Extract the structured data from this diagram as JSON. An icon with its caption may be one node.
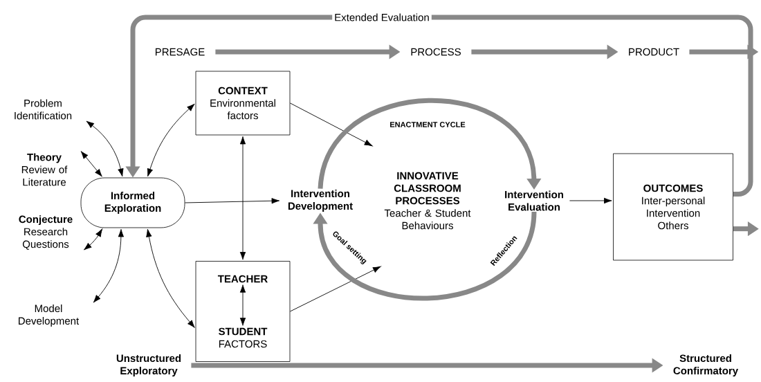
{
  "diagram": {
    "nodes": [
      {
        "text": [
          "Problem Identification"
        ]
      },
      {
        "text": [
          "Theory",
          "Review of Literature"
        ]
      },
      {
        "text": [
          "Conjecture",
          "Research Questions"
        ]
      },
      {
        "text": [
          "Model Development"
        ]
      },
      {
        "text": [
          "Informed Exploration"
        ]
      },
      {
        "text": [
          "CONTEXT",
          "Environmental factors"
        ]
      },
      {
        "text": [],
        "shape": "box"
      },
      {
        "text": [
          "TEACHER"
        ],
        "in": 6
      },
      {
        "text": [
          "STUDENT",
          "FACTORS"
        ],
        "in": 6
      },
      {
        "text": [
          "Intervention Development"
        ]
      },
      {
        "text": [
          "INNOVATIVE CLASSROOM PROCESSES",
          "Teacher & Student Behaviours"
        ]
      },
      {
        "text": [
          "Intervention Evaluation"
        ]
      },
      {
        "text": [
          "OUTCOMES",
          "Inter-personal",
          "Intervention",
          "Others"
        ]
      },
      {
        "text": [
          "PRESAGE"
        ]
      },
      {
        "text": [
          "PROCESS"
        ]
      },
      {
        "text": [
          "PRODUCT"
        ]
      },
      {
        "text": [
          "Unstructured Exploratory"
        ]
      },
      {
        "text": [
          "Structured Confirmatory"
        ]
      }
    ],
    "edges": [
      {
        "from": 0,
        "to": 4,
        "arrow": "both"
      },
      {
        "from": 1,
        "to": 4,
        "arrow": "both"
      },
      {
        "from": 2,
        "to": 4,
        "arrow": "both"
      },
      {
        "from": 3,
        "to": 4,
        "arrow": "both"
      },
      {
        "from": 4,
        "to": 5,
        "arrow": "both"
      },
      {
        "from": 4,
        "to": 6,
        "arrow": "both"
      },
      {
        "from": 5,
        "to": 6,
        "arrow": "both"
      },
      {
        "from": 7,
        "to": 8,
        "arrow": "both"
      },
      {
        "from": 4,
        "to": 9,
        "arrow": "to"
      },
      {
        "from": 5,
        "to": 10,
        "arrow": "to"
      },
      {
        "from": 6,
        "to": 10,
        "arrow": "to"
      },
      {
        "from": 9,
        "to": 11,
        "arrow": "to",
        "label": "ENACTMENT CYCLE",
        "style": "thick",
        "color": "#888888"
      },
      {
        "from": 11,
        "to": 9,
        "arrow": "to",
        "style": "thick",
        "color": "#888888"
      },
      {
        "from": 11,
        "to": 12,
        "arrow": "to"
      },
      {
        "from": 12,
        "to": 4,
        "arrow": "to",
        "label": "Extended Evaluation",
        "style": "thick",
        "color": "#888888"
      },
      {
        "from": 12,
        "to": null,
        "arrow": "to",
        "style": "thick",
        "color": "#888888"
      },
      {
        "from": 13,
        "to": 14,
        "arrow": "to",
        "style": "thick",
        "color": "#888888"
      },
      {
        "from": 14,
        "to": 15,
        "arrow": "to",
        "style": "thick",
        "color": "#888888"
      },
      {
        "from": 15,
        "to": null,
        "arrow": "to",
        "style": "thick",
        "color": "#888888"
      },
      {
        "from": 16,
        "to": 17,
        "arrow": "to",
        "style": "thick",
        "color": "#888888"
      }
    ],
    "labels": [
      "Goal setting",
      "Reflection"
    ]
  }
}
